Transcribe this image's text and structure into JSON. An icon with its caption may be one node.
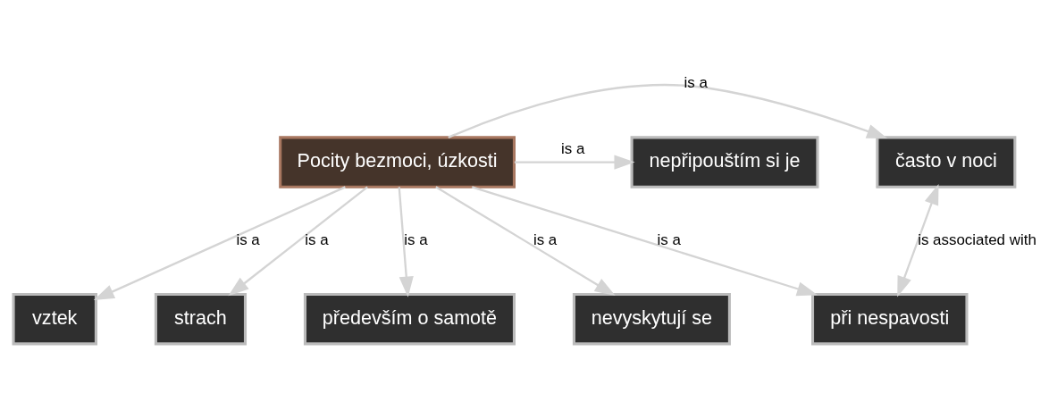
{
  "diagram": {
    "nodes": [
      {
        "text": [
          "Pocity bezmoci, úzkosti"
        ]
      },
      {
        "text": [
          "často v noci"
        ]
      },
      {
        "text": [
          "nepřipouštím si je"
        ]
      },
      {
        "text": [
          "vztek"
        ]
      },
      {
        "text": [
          "při nespavosti"
        ]
      },
      {
        "text": [
          "strach"
        ]
      },
      {
        "text": [
          "především o samotě"
        ]
      },
      {
        "text": [
          "nevyskytují se"
        ]
      }
    ],
    "edges": [
      {
        "from": 0,
        "to": 1,
        "arrow": "to",
        "label": "is a"
      },
      {
        "from": 0,
        "to": 2,
        "arrow": "to",
        "label": "is a"
      },
      {
        "from": 0,
        "to": 3,
        "arrow": "to",
        "label": "is a"
      },
      {
        "from": 0,
        "to": 4,
        "arrow": "to",
        "label": "is a"
      },
      {
        "from": 0,
        "to": 5,
        "arrow": "to",
        "label": "is a"
      },
      {
        "from": 0,
        "to": 6,
        "arrow": "to",
        "label": "is a"
      },
      {
        "from": 0,
        "to": 7,
        "arrow": "to",
        "label": "is a"
      },
      {
        "from": 1,
        "to": 4,
        "arrow": "both",
        "label": "is associated with"
      }
    ]
  }
}
